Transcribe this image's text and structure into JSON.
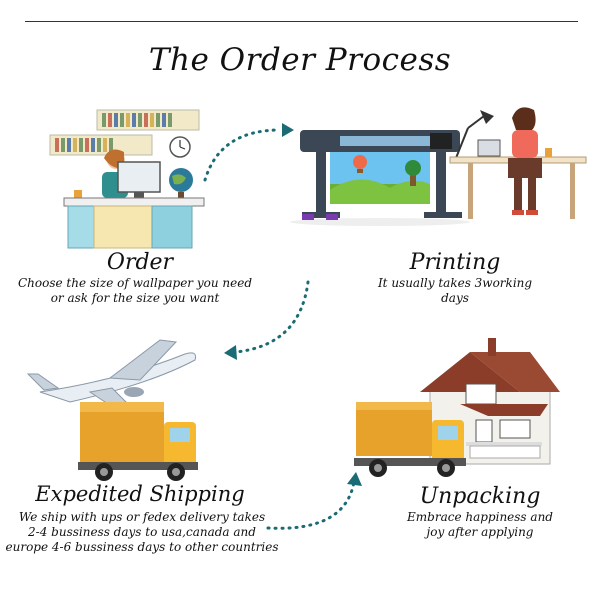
{
  "title": "The Order Process",
  "steps": {
    "order": {
      "title": "Order",
      "desc_lines": [
        "Choose the size of wallpaper you need",
        "or ask for the size you want"
      ]
    },
    "printing": {
      "title": "Printing",
      "desc_lines": [
        "It usually takes 3working",
        "days"
      ]
    },
    "shipping": {
      "title": "Expedited Shipping",
      "desc_lines": [
        "We ship with ups or fedex delivery takes",
        "2-4 bussiness days to usa,canada and",
        "europe 4-6 bussiness days to other countries"
      ]
    },
    "unpacking": {
      "title": "Unpacking",
      "desc_lines": [
        "Embrace happiness and",
        "joy after applying"
      ]
    }
  },
  "colors": {
    "arrow": "#1a6b74",
    "truck_box": "#e7a22b",
    "truck_cab": "#f5b82e",
    "desk": "#8fd0de",
    "house_roof": "#8b3d2a"
  },
  "icons": [
    "dotted-arrow-icon",
    "office-desk-icon",
    "large-format-printer-icon",
    "airplane-icon",
    "delivery-truck-icon",
    "house-icon"
  ]
}
